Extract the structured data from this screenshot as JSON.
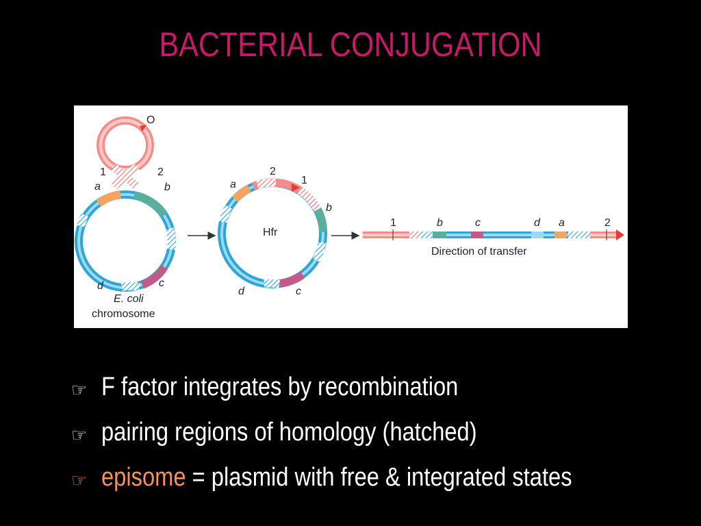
{
  "title": "BACTERIAL CONJUGATION",
  "figure": {
    "label_origin": "O",
    "label_1": "1",
    "label_2": "2",
    "label_a": "a",
    "label_b": "b",
    "label_c": "c",
    "label_d": "d",
    "label_hfr": "Hfr",
    "chromosome_label_line1": "E. coli",
    "chromosome_label_line2": "chromosome",
    "transfer_label": "Direction of transfer",
    "colors": {
      "plasmid": "#f58c8a",
      "chromosome": "#2aa6d8",
      "segment_a": "#f3a462",
      "segment_b": "#5aaea0",
      "segment_c": "#c25a8a",
      "arrow": "#333333"
    }
  },
  "bullets": [
    {
      "icon": "pointing-hand-icon",
      "text": "F factor integrates by recombination"
    },
    {
      "icon": "pointing-hand-icon",
      "text": "pairing regions of homology (hatched)"
    },
    {
      "icon": "pointing-hand-icon",
      "highlight": "episome",
      "text": " = plasmid with free & integrated states"
    }
  ]
}
